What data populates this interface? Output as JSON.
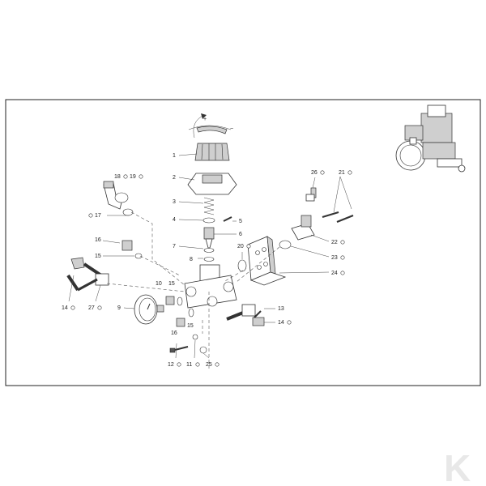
{
  "callouts": {
    "c1": "1",
    "c2": "2",
    "c3": "3",
    "c4": "4",
    "c5": "5",
    "c6": "6",
    "c7": "7",
    "c8": "8",
    "c9": "9",
    "c10": "10",
    "c11": "11",
    "c12": "12",
    "c13": "13",
    "c14a": "14",
    "c14b": "14",
    "c15a": "15",
    "c15b": "15",
    "c15c": "15",
    "c16a": "16",
    "c16b": "16",
    "c17": "17",
    "c18": "18",
    "c19": "19",
    "c20": "20",
    "c21": "21",
    "c22": "22",
    "c23": "23",
    "c24": "24",
    "c25": "25",
    "c26": "26",
    "c27": "27"
  },
  "rotation_signs": {
    "plus": "+",
    "minus": "−"
  },
  "brand_mark": "K"
}
